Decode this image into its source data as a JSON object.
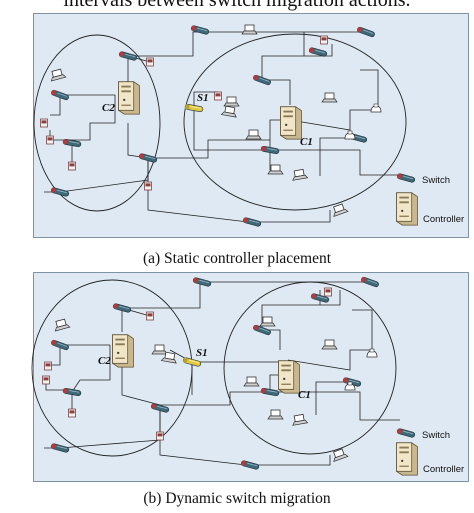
{
  "header_text": "intervals between switch migration actions.",
  "panels": [
    {
      "caption": "(a) Static controller placement",
      "controller_labels": [
        "C2",
        "C1"
      ],
      "switch_label": "S1",
      "legend": {
        "switch": "Switch",
        "controller": "Controller"
      }
    },
    {
      "caption": "(b) Dynamic switch migration",
      "controller_labels": [
        "C2",
        "C1"
      ],
      "switch_label": "S1",
      "legend": {
        "switch": "Switch",
        "controller": "Controller"
      }
    }
  ],
  "colors": {
    "panel_bg": "#dfe9f3",
    "switch_body": "#3f6878",
    "switch_red_end": "#b23a3a",
    "highlight_switch": "#e0c840",
    "controller": "#f2e6c8",
    "host": "#8b3f3f"
  },
  "icons": [
    "switch-icon",
    "controller-icon",
    "host-icon",
    "laptop-icon",
    "phone-icon"
  ]
}
